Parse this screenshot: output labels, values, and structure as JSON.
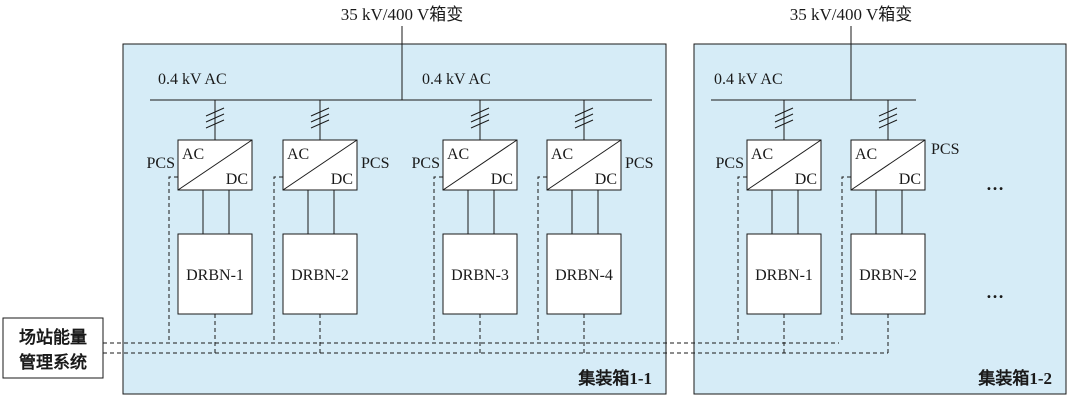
{
  "transformers": [
    {
      "label": "35 kV/400 V箱变"
    },
    {
      "label": "35 kV/400 V箱变"
    }
  ],
  "containers": [
    {
      "label": "集装箱1-1",
      "bus_labels": [
        "0.4 kV AC",
        "0.4 kV AC"
      ],
      "units": [
        {
          "pcs_label": "PCS",
          "ac": "AC",
          "dc": "DC",
          "battery": "DRBN-1"
        },
        {
          "pcs_label": "PCS",
          "ac": "AC",
          "dc": "DC",
          "battery": "DRBN-2"
        },
        {
          "pcs_label": "PCS",
          "ac": "AC",
          "dc": "DC",
          "battery": "DRBN-3"
        },
        {
          "pcs_label": "PCS",
          "ac": "AC",
          "dc": "DC",
          "battery": "DRBN-4"
        }
      ]
    },
    {
      "label": "集装箱1-2",
      "bus_labels": [
        "0.4 kV AC"
      ],
      "units": [
        {
          "pcs_label": "PCS",
          "ac": "AC",
          "dc": "DC",
          "battery": "DRBN-1"
        },
        {
          "pcs_label": "PCS",
          "ac": "AC",
          "dc": "DC",
          "battery": "DRBN-2"
        }
      ],
      "ellipses": [
        "…",
        "…"
      ]
    }
  ],
  "ems": {
    "line1": "场站能量",
    "line2": "管理系统"
  },
  "colors": {
    "container_fill": "#d6ecf7",
    "stroke": "#1a1a1a"
  }
}
